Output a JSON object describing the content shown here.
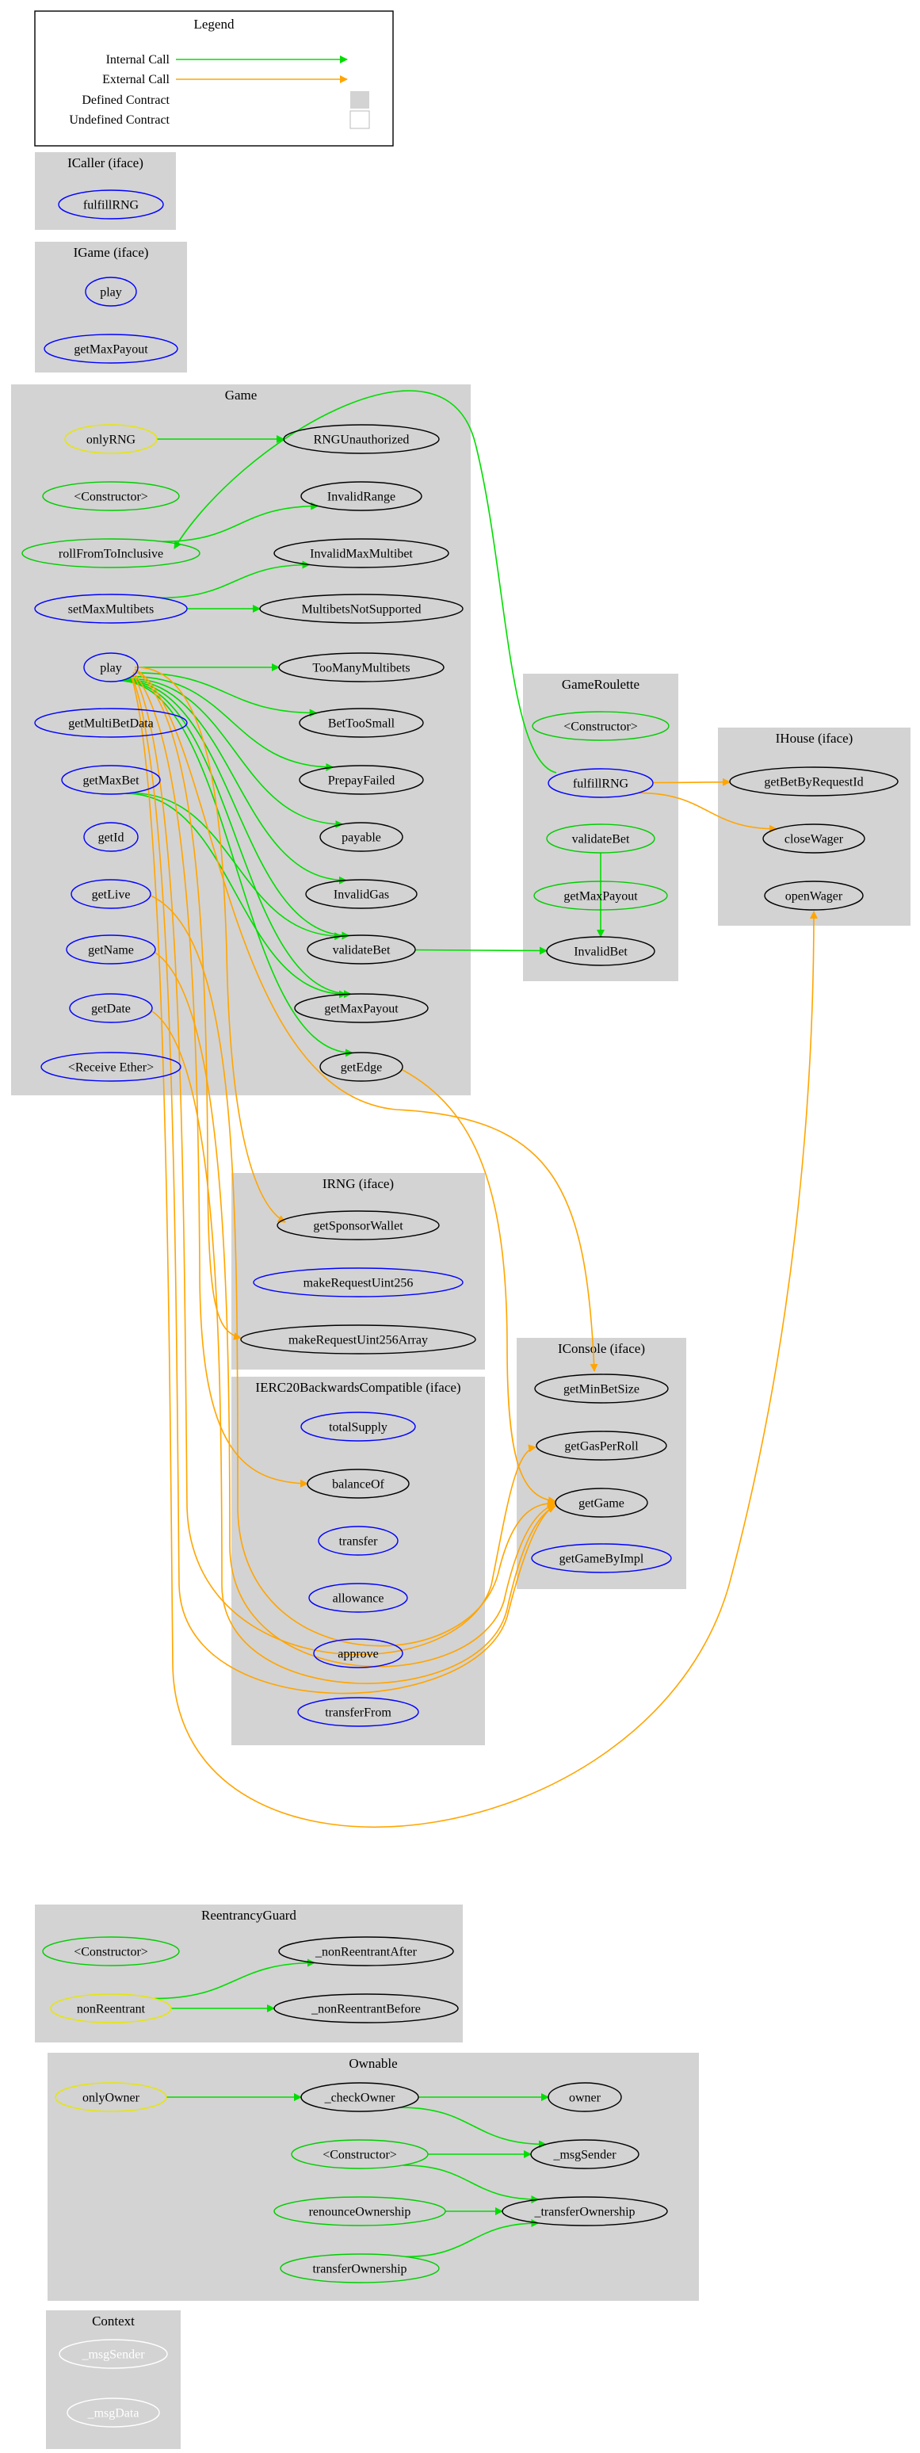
{
  "colors": {
    "internal": "#00dd00",
    "external": "#ffa500",
    "defined_fill": "#d3d3d3",
    "undefined_fill": "#ffffff",
    "node_blue": "#0000ff",
    "node_green": "#00cc00",
    "node_yellow": "#e6e600",
    "node_black": "#000000",
    "node_white": "#ffffff"
  },
  "legend": {
    "title": "Legend",
    "items": [
      "Internal Call",
      "External Call",
      "Defined Contract",
      "Undefined Contract"
    ]
  },
  "clusters": [
    {
      "id": "icaller",
      "label": "ICaller  (iface)",
      "nodes": [
        {
          "id": "icaller_fulfillRNG",
          "label": "fulfillRNG",
          "color": "blue"
        }
      ]
    },
    {
      "id": "igame",
      "label": "IGame  (iface)",
      "nodes": [
        {
          "id": "igame_play",
          "label": "play",
          "color": "blue"
        },
        {
          "id": "igame_getMaxPayout",
          "label": "getMaxPayout",
          "color": "blue"
        }
      ]
    },
    {
      "id": "game",
      "label": "Game",
      "nodes": [
        {
          "id": "g_onlyRNG",
          "label": "onlyRNG",
          "color": "yellow"
        },
        {
          "id": "g_RNGUnauthorized",
          "label": "RNGUnauthorized",
          "color": "black"
        },
        {
          "id": "g_constructor",
          "label": "<Constructor>",
          "color": "green"
        },
        {
          "id": "g_InvalidRange",
          "label": "InvalidRange",
          "color": "black"
        },
        {
          "id": "g_rollFromToInclusive",
          "label": "rollFromToInclusive",
          "color": "green"
        },
        {
          "id": "g_InvalidMaxMultibet",
          "label": "InvalidMaxMultibet",
          "color": "black"
        },
        {
          "id": "g_setMaxMultibets",
          "label": "setMaxMultibets",
          "color": "blue"
        },
        {
          "id": "g_MultibetsNotSupported",
          "label": "MultibetsNotSupported",
          "color": "black"
        },
        {
          "id": "g_play",
          "label": "play",
          "color": "blue"
        },
        {
          "id": "g_TooManyMultibets",
          "label": "TooManyMultibets",
          "color": "black"
        },
        {
          "id": "g_getMultiBetData",
          "label": "getMultiBetData",
          "color": "blue"
        },
        {
          "id": "g_BetTooSmall",
          "label": "BetTooSmall",
          "color": "black"
        },
        {
          "id": "g_getMaxBet",
          "label": "getMaxBet",
          "color": "blue"
        },
        {
          "id": "g_PrepayFailed",
          "label": "PrepayFailed",
          "color": "black"
        },
        {
          "id": "g_getId",
          "label": "getId",
          "color": "blue"
        },
        {
          "id": "g_payable",
          "label": "payable",
          "color": "black"
        },
        {
          "id": "g_getLive",
          "label": "getLive",
          "color": "blue"
        },
        {
          "id": "g_InvalidGas",
          "label": "InvalidGas",
          "color": "black"
        },
        {
          "id": "g_getName",
          "label": "getName",
          "color": "blue"
        },
        {
          "id": "g_validateBet",
          "label": "validateBet",
          "color": "black"
        },
        {
          "id": "g_getDate",
          "label": "getDate",
          "color": "blue"
        },
        {
          "id": "g_getMaxPayout",
          "label": "getMaxPayout",
          "color": "black"
        },
        {
          "id": "g_receive",
          "label": "<Receive Ether>",
          "color": "blue"
        },
        {
          "id": "g_getEdge",
          "label": "getEdge",
          "color": "black"
        }
      ]
    },
    {
      "id": "gameroulette",
      "label": "GameRoulette",
      "nodes": [
        {
          "id": "gr_constructor",
          "label": "<Constructor>",
          "color": "green"
        },
        {
          "id": "gr_fulfillRNG",
          "label": "fulfillRNG",
          "color": "blue"
        },
        {
          "id": "gr_validateBet",
          "label": "validateBet",
          "color": "green"
        },
        {
          "id": "gr_getMaxPayout",
          "label": "getMaxPayout",
          "color": "green"
        },
        {
          "id": "gr_InvalidBet",
          "label": "InvalidBet",
          "color": "black"
        }
      ]
    },
    {
      "id": "ihouse",
      "label": "IHouse  (iface)",
      "nodes": [
        {
          "id": "ih_getBetByRequestId",
          "label": "getBetByRequestId",
          "color": "black"
        },
        {
          "id": "ih_closeWager",
          "label": "closeWager",
          "color": "black"
        },
        {
          "id": "ih_openWager",
          "label": "openWager",
          "color": "black"
        }
      ]
    },
    {
      "id": "irng",
      "label": "IRNG  (iface)",
      "nodes": [
        {
          "id": "irng_getSponsorWallet",
          "label": "getSponsorWallet",
          "color": "black"
        },
        {
          "id": "irng_makeRequestUint256",
          "label": "makeRequestUint256",
          "color": "blue"
        },
        {
          "id": "irng_makeRequestUint256Array",
          "label": "makeRequestUint256Array",
          "color": "black"
        }
      ]
    },
    {
      "id": "iconsole",
      "label": "IConsole  (iface)",
      "nodes": [
        {
          "id": "ic_getMinBetSize",
          "label": "getMinBetSize",
          "color": "black"
        },
        {
          "id": "ic_getGasPerRoll",
          "label": "getGasPerRoll",
          "color": "black"
        },
        {
          "id": "ic_getGame",
          "label": "getGame",
          "color": "black"
        },
        {
          "id": "ic_getGameByImpl",
          "label": "getGameByImpl",
          "color": "blue"
        }
      ]
    },
    {
      "id": "ierc20",
      "label": "IERC20BackwardsCompatible  (iface)",
      "nodes": [
        {
          "id": "erc_totalSupply",
          "label": "totalSupply",
          "color": "blue"
        },
        {
          "id": "erc_balanceOf",
          "label": "balanceOf",
          "color": "black"
        },
        {
          "id": "erc_transfer",
          "label": "transfer",
          "color": "blue"
        },
        {
          "id": "erc_allowance",
          "label": "allowance",
          "color": "blue"
        },
        {
          "id": "erc_approve",
          "label": "approve",
          "color": "blue"
        },
        {
          "id": "erc_transferFrom",
          "label": "transferFrom",
          "color": "blue"
        }
      ]
    },
    {
      "id": "reentrancy",
      "label": "ReentrancyGuard",
      "nodes": [
        {
          "id": "rg_constructor",
          "label": "<Constructor>",
          "color": "green"
        },
        {
          "id": "rg_nonReentrantAfter",
          "label": "_nonReentrantAfter",
          "color": "black"
        },
        {
          "id": "rg_nonReentrant",
          "label": "nonReentrant",
          "color": "yellow"
        },
        {
          "id": "rg_nonReentrantBefore",
          "label": "_nonReentrantBefore",
          "color": "black"
        }
      ]
    },
    {
      "id": "ownable",
      "label": "Ownable",
      "nodes": [
        {
          "id": "ow_onlyOwner",
          "label": "onlyOwner",
          "color": "yellow"
        },
        {
          "id": "ow_checkOwner",
          "label": "_checkOwner",
          "color": "black"
        },
        {
          "id": "ow_owner",
          "label": "owner",
          "color": "black"
        },
        {
          "id": "ow_constructor",
          "label": "<Constructor>",
          "color": "green"
        },
        {
          "id": "ow_msgSender",
          "label": "_msgSender",
          "color": "black"
        },
        {
          "id": "ow_renounceOwnership",
          "label": "renounceOwnership",
          "color": "green"
        },
        {
          "id": "ow_transferOwnership_internal",
          "label": "_transferOwnership",
          "color": "black"
        },
        {
          "id": "ow_transferOwnership",
          "label": "transferOwnership",
          "color": "green"
        }
      ]
    },
    {
      "id": "context",
      "label": "Context",
      "nodes": [
        {
          "id": "ctx_msgSender",
          "label": "_msgSender",
          "color": "white"
        },
        {
          "id": "ctx_msgData",
          "label": "_msgData",
          "color": "white"
        }
      ]
    }
  ],
  "edges": [
    {
      "from": "g_onlyRNG",
      "to": "g_RNGUnauthorized",
      "type": "internal"
    },
    {
      "from": "g_rollFromToInclusive",
      "to": "g_InvalidRange",
      "type": "internal"
    },
    {
      "from": "g_setMaxMultibets",
      "to": "g_InvalidMaxMultibet",
      "type": "internal"
    },
    {
      "from": "g_setMaxMultibets",
      "to": "g_MultibetsNotSupported",
      "type": "internal"
    },
    {
      "from": "g_play",
      "to": "g_TooManyMultibets",
      "type": "internal"
    },
    {
      "from": "g_play",
      "to": "g_BetTooSmall",
      "type": "internal"
    },
    {
      "from": "g_play",
      "to": "g_PrepayFailed",
      "type": "internal"
    },
    {
      "from": "g_play",
      "to": "g_payable",
      "type": "internal"
    },
    {
      "from": "g_play",
      "to": "g_InvalidGas",
      "type": "internal"
    },
    {
      "from": "g_play",
      "to": "g_validateBet",
      "type": "internal"
    },
    {
      "from": "g_play",
      "to": "g_getMaxPayout",
      "type": "internal"
    },
    {
      "from": "g_play",
      "to": "g_getEdge",
      "type": "internal"
    },
    {
      "from": "g_getMaxBet",
      "to": "g_validateBet",
      "type": "internal"
    },
    {
      "from": "g_getMaxBet",
      "to": "g_getMaxPayout",
      "type": "internal"
    },
    {
      "from": "g_validateBet",
      "to": "gr_InvalidBet",
      "type": "internal"
    },
    {
      "from": "gr_validateBet",
      "to": "gr_InvalidBet",
      "type": "internal"
    },
    {
      "from": "gr_fulfillRNG",
      "to": "g_rollFromToInclusive",
      "type": "internal"
    },
    {
      "from": "gr_fulfillRNG",
      "to": "ih_getBetByRequestId",
      "type": "external"
    },
    {
      "from": "gr_fulfillRNG",
      "to": "ih_closeWager",
      "type": "external"
    },
    {
      "from": "g_play",
      "to": "irng_getSponsorWallet",
      "type": "external"
    },
    {
      "from": "g_play",
      "to": "irng_makeRequestUint256Array",
      "type": "external"
    },
    {
      "from": "g_play",
      "to": "erc_balanceOf",
      "type": "external"
    },
    {
      "from": "g_play",
      "to": "ic_getGasPerRoll",
      "type": "external"
    },
    {
      "from": "g_play",
      "to": "ic_getGame",
      "type": "external"
    },
    {
      "from": "g_play",
      "to": "ih_openWager",
      "type": "external"
    },
    {
      "from": "g_getLive",
      "to": "ic_getGame",
      "type": "external"
    },
    {
      "from": "g_getName",
      "to": "ic_getGame",
      "type": "external"
    },
    {
      "from": "g_getDate",
      "to": "ic_getGame",
      "type": "external"
    },
    {
      "from": "g_getEdge",
      "to": "ic_getGame",
      "type": "external"
    },
    {
      "from": "g_play",
      "to": "ic_getMinBetSize",
      "type": "external"
    },
    {
      "from": "rg_nonReentrant",
      "to": "rg_nonReentrantAfter",
      "type": "internal"
    },
    {
      "from": "rg_nonReentrant",
      "to": "rg_nonReentrantBefore",
      "type": "internal"
    },
    {
      "from": "ow_onlyOwner",
      "to": "ow_checkOwner",
      "type": "internal"
    },
    {
      "from": "ow_checkOwner",
      "to": "ow_owner",
      "type": "internal"
    },
    {
      "from": "ow_checkOwner",
      "to": "ow_msgSender",
      "type": "internal"
    },
    {
      "from": "ow_constructor",
      "to": "ow_msgSender",
      "type": "internal"
    },
    {
      "from": "ow_constructor",
      "to": "ow_transferOwnership_internal",
      "type": "internal"
    },
    {
      "from": "ow_renounceOwnership",
      "to": "ow_transferOwnership_internal",
      "type": "internal"
    },
    {
      "from": "ow_transferOwnership",
      "to": "ow_transferOwnership_internal",
      "type": "internal"
    }
  ]
}
